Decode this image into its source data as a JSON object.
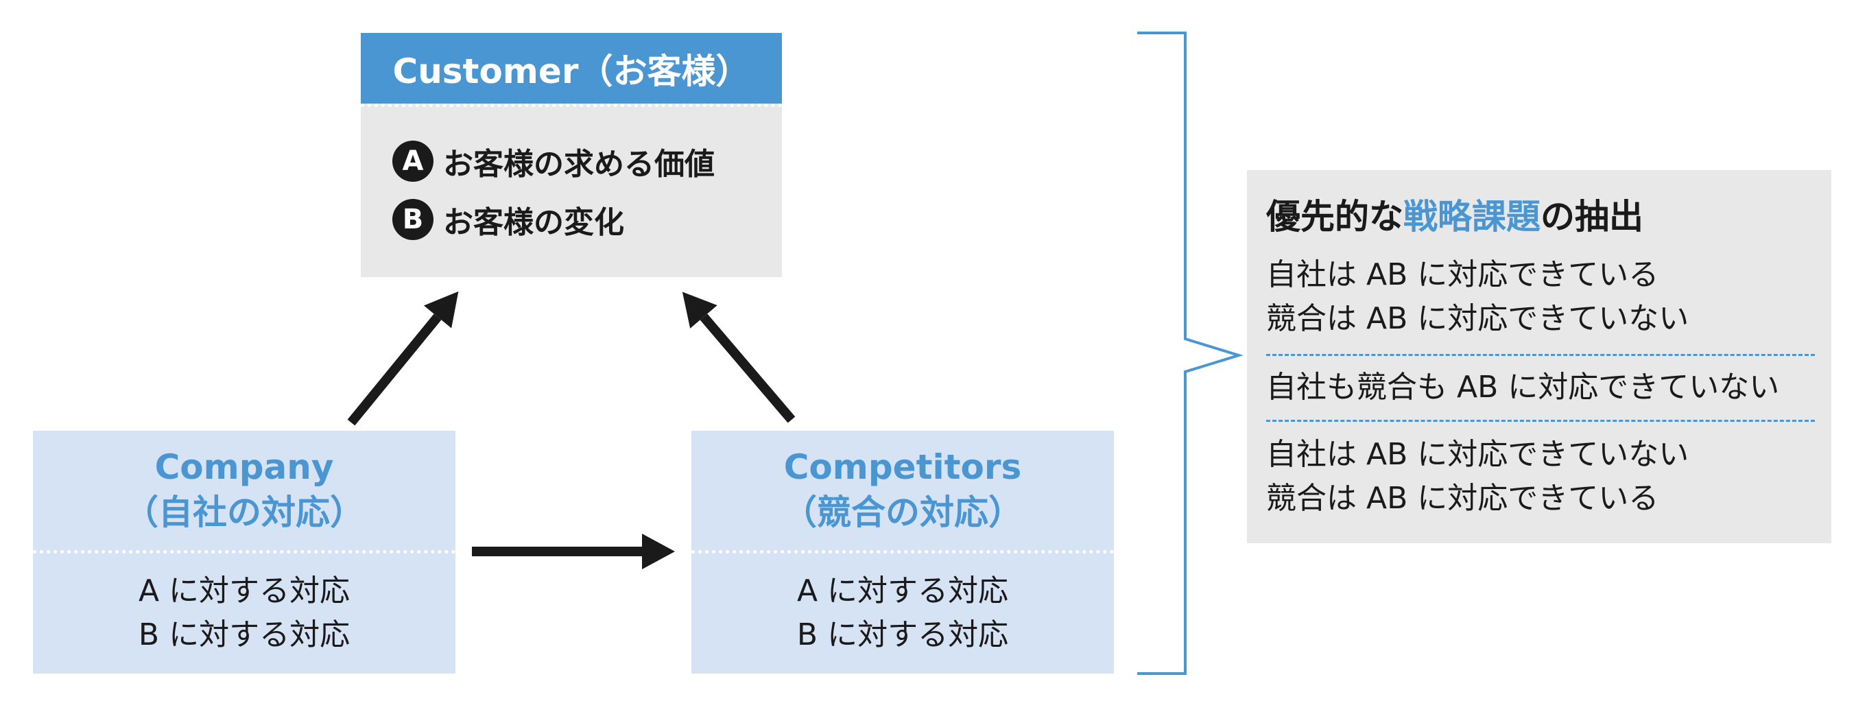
{
  "customer": {
    "title": "Customer（お客様）",
    "items": [
      {
        "badge": "A",
        "text": "お客様の求める価値"
      },
      {
        "badge": "B",
        "text": "お客様の変化"
      }
    ]
  },
  "company": {
    "title_line1": "Company",
    "title_line2": "（自社の対応）",
    "lines": [
      "A に対する対応",
      "B に対する対応"
    ]
  },
  "competitors": {
    "title_line1": "Competitors",
    "title_line2": "（競合の対応）",
    "lines": [
      "A に対する対応",
      "B に対する対応"
    ]
  },
  "summary": {
    "title_pre": "優先的な",
    "title_accent": "戦略課題",
    "title_post": "の抽出",
    "groups": [
      [
        "自社は AB に対応できている",
        "競合は AB に対応できていない"
      ],
      [
        "自社も競合も AB に対応できていない"
      ],
      [
        "自社は AB に対応できていない",
        "競合は AB に対応できている"
      ]
    ]
  },
  "colors": {
    "accent_blue": "#4a96d2",
    "light_blue": "#d5e3f5",
    "light_gray": "#e8e8e9",
    "arrow": "#1a1a1a"
  }
}
